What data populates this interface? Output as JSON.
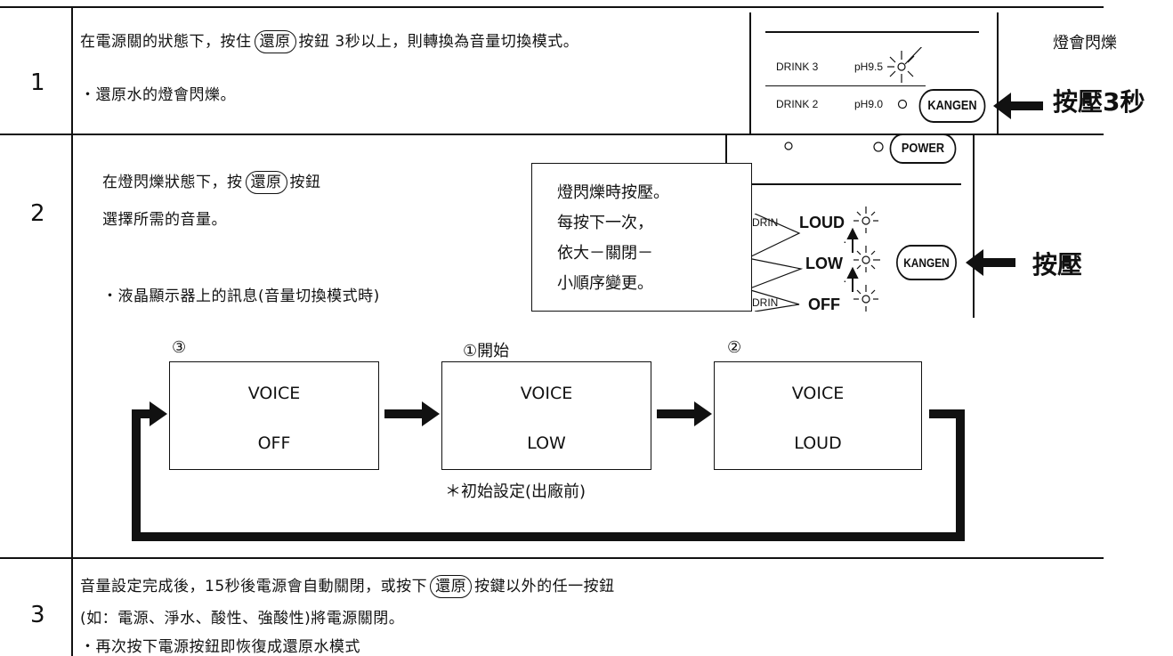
{
  "steps": [
    {
      "number": "1",
      "line1_pre": "在電源關的狀態下，按住",
      "line1_button": "還原",
      "line1_post": "按鈕 3秒以上，則轉換為音量切換模式。",
      "line2": "・還原水的燈會閃爍。",
      "panel": {
        "row1_drink": "DRINK 3",
        "row1_ph": "pH9.5",
        "row2_drink": "DRINK 2",
        "row2_ph": "pH9.0",
        "kangen_label": "KANGEN",
        "blink_label": "燈會閃爍",
        "press_label": "按壓3秒"
      }
    },
    {
      "number": "2",
      "line1_pre": "在燈閃爍狀態下，按",
      "line1_button": "還原",
      "line1_post": "按鈕",
      "line2": "選擇所需的音量。",
      "lcd_note": "・液晶顯示器上的訊息(音量切換模式時)",
      "callout": [
        "燈閃爍時按壓。",
        "每按下一次，",
        "依大－關閉－",
        "小順序變更。"
      ],
      "panel": {
        "power_label": "POWER",
        "kangen_label": "KANGEN",
        "loud_label": "LOUD",
        "low_label": "LOW",
        "off_label": "OFF",
        "drink_frag_top": "DRIN",
        "drink_frag_bottom": "DRIN",
        "press_label": "按壓"
      },
      "screens": [
        {
          "marker": "③",
          "line1": "VOICE",
          "line2": "OFF"
        },
        {
          "marker": "①開始",
          "line1": "VOICE",
          "line2": "LOW"
        },
        {
          "marker": "②",
          "line1": "VOICE",
          "line2": "LOUD"
        }
      ],
      "factory_note": "＊初始設定(出廠前)"
    },
    {
      "number": "3",
      "line1_pre": "音量設定完成後，15秒後電源會自動關閉，或按下",
      "line1_button": "還原",
      "line1_post": "按鍵以外的任一按鈕",
      "line2": "(如：電源、淨水、酸性、強酸性)將電源關閉。",
      "line3": "・再次按下電源按鈕即恢復成還原水模式"
    }
  ]
}
